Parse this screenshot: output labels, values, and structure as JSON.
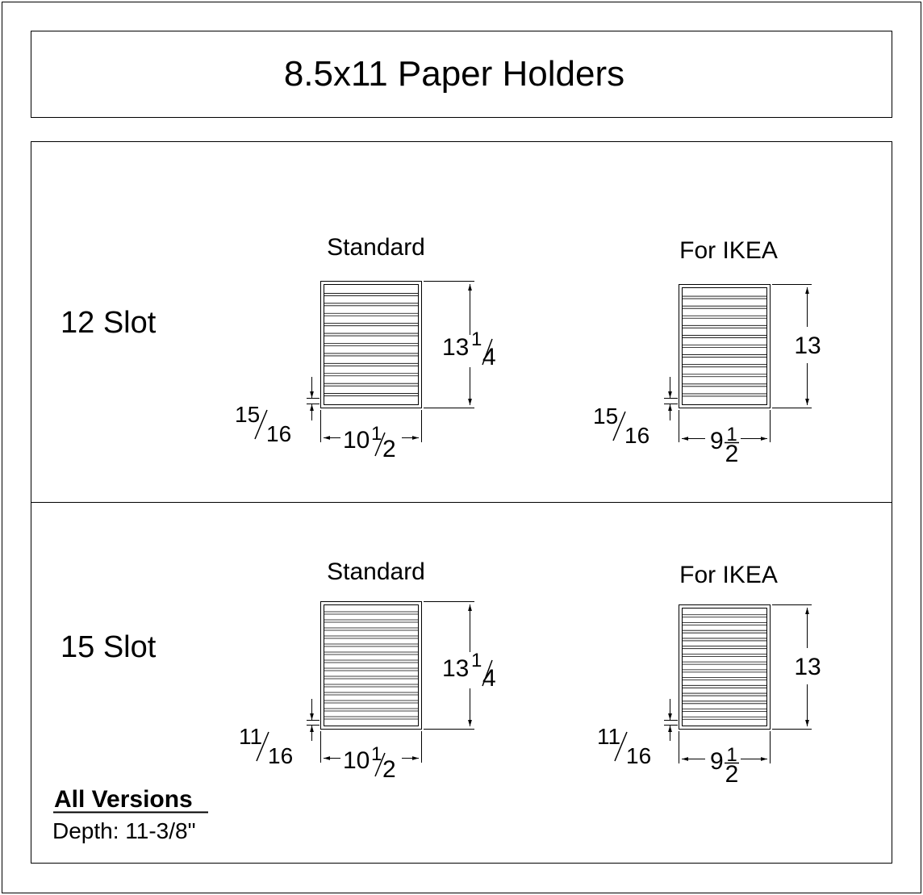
{
  "title": "8.5x11 Paper Holders",
  "rows": [
    {
      "label": "12 Slot",
      "slots": 12,
      "variants": [
        {
          "heading": "Standard",
          "height_whole": "13",
          "height_num": "1",
          "height_den": "4",
          "width_whole": "10",
          "width_num": "1",
          "width_den": "2",
          "gap_num": "15",
          "gap_den": "16"
        },
        {
          "heading": "For IKEA",
          "height_whole": "13",
          "height_num": "",
          "height_den": "",
          "width_whole": "9",
          "width_num": "1",
          "width_den": "2",
          "gap_num": "15",
          "gap_den": "16"
        }
      ]
    },
    {
      "label": "15 Slot",
      "slots": 15,
      "variants": [
        {
          "heading": "Standard",
          "height_whole": "13",
          "height_num": "1",
          "height_den": "4",
          "width_whole": "10",
          "width_num": "1",
          "width_den": "2",
          "gap_num": "11",
          "gap_den": "16"
        },
        {
          "heading": "For IKEA",
          "height_whole": "13",
          "height_num": "",
          "height_den": "",
          "width_whole": "9",
          "width_num": "1",
          "width_den": "2",
          "gap_num": "11",
          "gap_den": "16"
        }
      ]
    }
  ],
  "notes": {
    "heading": "All Versions",
    "depth": "Depth: 11-3/8\""
  }
}
